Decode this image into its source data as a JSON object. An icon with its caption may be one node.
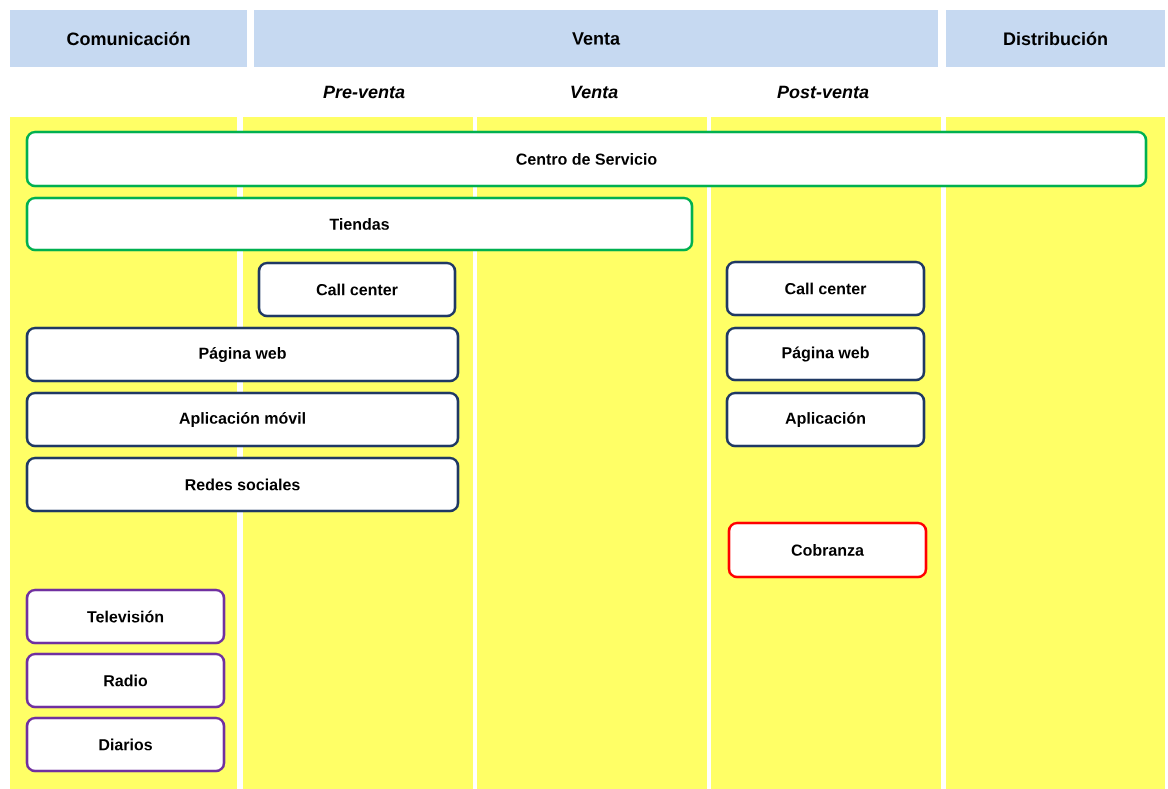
{
  "diagram": {
    "nodes": [
      {
        "text": [
          "Comunicación"
        ]
      },
      {
        "text": [
          "Venta"
        ]
      },
      {
        "text": [
          "Distribución"
        ]
      },
      {
        "text": [
          "Centro de Servicio"
        ]
      },
      {
        "text": [
          "Tiendas"
        ]
      },
      {
        "text": [
          "Call center"
        ]
      },
      {
        "text": [
          "Call center"
        ]
      },
      {
        "text": [
          "Página web"
        ]
      },
      {
        "text": [
          "Página web"
        ]
      },
      {
        "text": [
          "Aplicación móvil"
        ]
      },
      {
        "text": [
          "Aplicación"
        ]
      },
      {
        "text": [
          "Redes sociales"
        ]
      },
      {
        "text": [
          "Cobranza"
        ]
      },
      {
        "text": [
          "Televisión"
        ]
      },
      {
        "text": [
          "Radio"
        ]
      },
      {
        "text": [
          "Diarios"
        ]
      }
    ],
    "labels": [
      "Pre-venta",
      "Venta",
      "Post-venta"
    ]
  }
}
